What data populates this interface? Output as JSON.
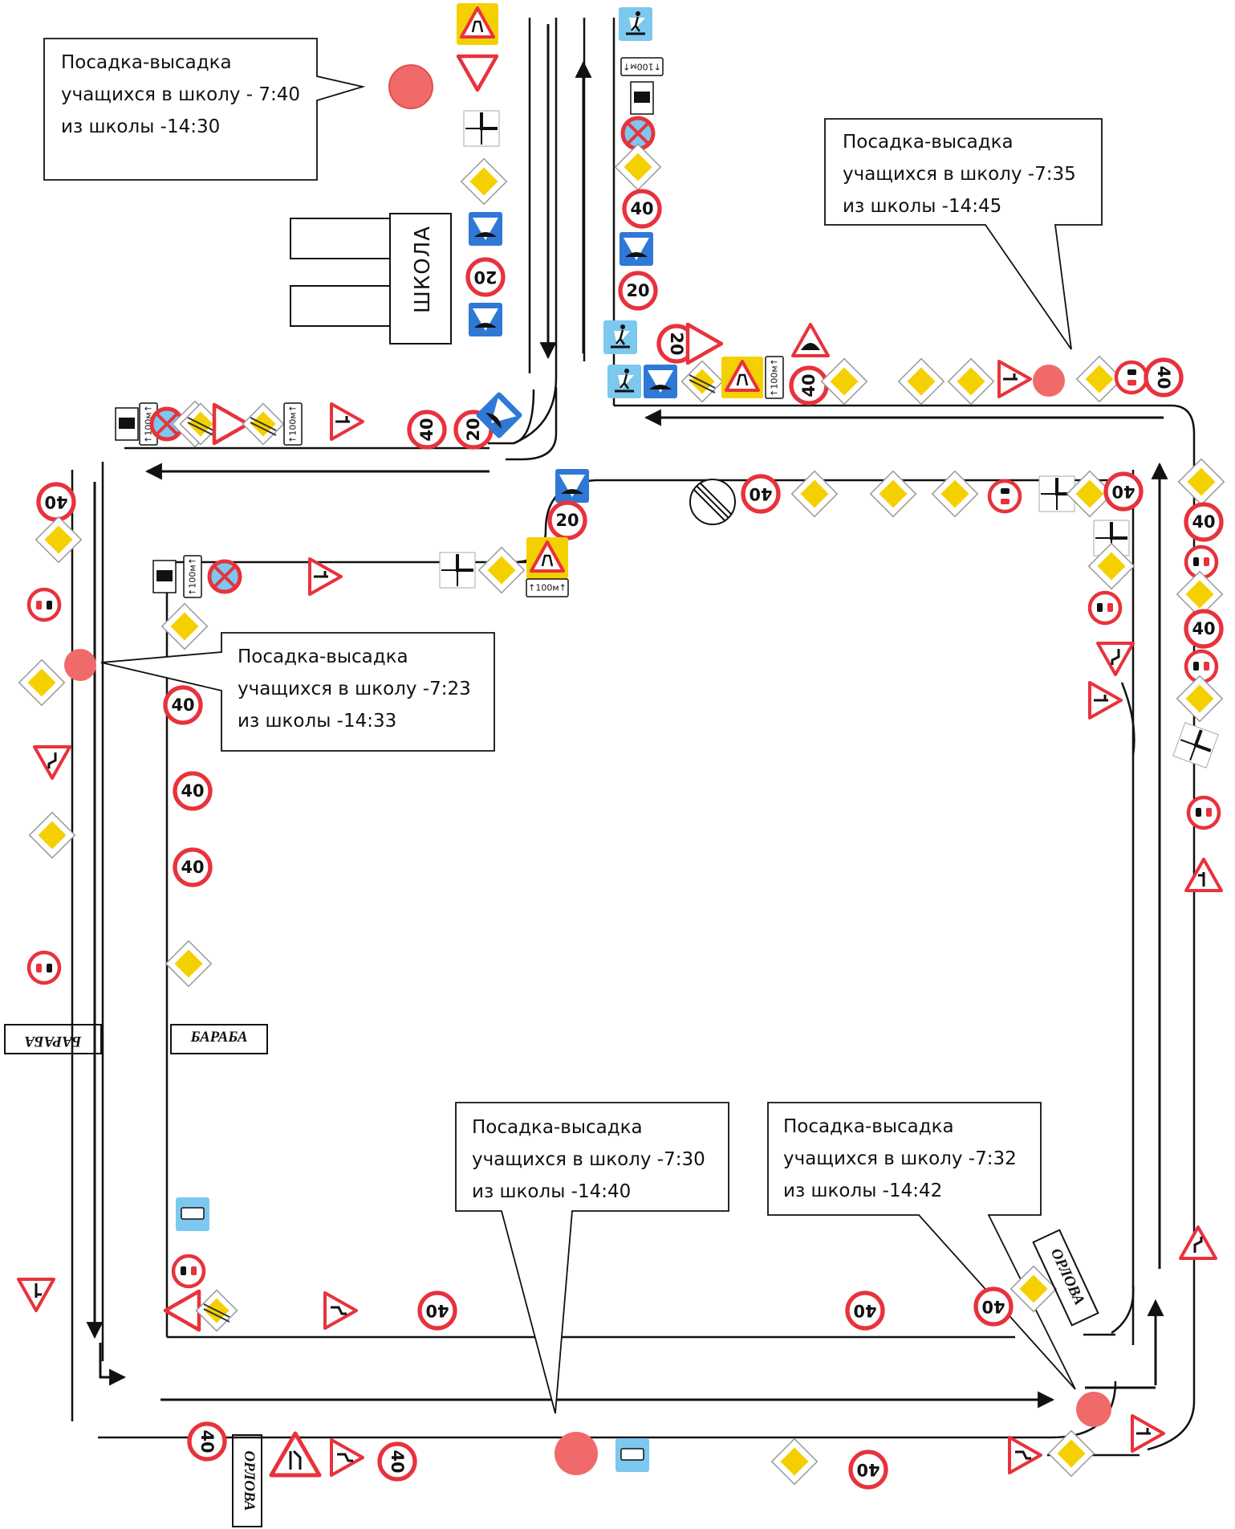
{
  "school": {
    "label": "ШКОЛА"
  },
  "callouts": [
    {
      "lines": [
        "Посадка-высадка",
        "учащихся в школу -   7:40",
        "из школы -14:30"
      ]
    },
    {
      "lines": [
        "Посадка-высадка",
        "учащихся в школу -7:35",
        "из школы -14:45"
      ]
    },
    {
      "lines": [
        "Посадка-высадка",
        "учащихся в школу -7:23",
        "из школы -14:33"
      ]
    },
    {
      "lines": [
        "Посадка-высадка",
        "учащихся в школу -7:30",
        "из школы -14:40"
      ]
    },
    {
      "lines": [
        "Посадка-высадка",
        "учащихся в школу -7:32",
        "из школы -14:42"
      ]
    }
  ],
  "streets": [
    {
      "name": "БАРАБА"
    },
    {
      "name": "БАРАБА"
    },
    {
      "name": "ОРЛОВА"
    },
    {
      "name": "ОРЛОВА"
    }
  ],
  "signs": {
    "speed_40": "40",
    "speed_20": "20",
    "distance_plate": "100м"
  },
  "colors": {
    "stop_marker": "#f06a6a",
    "sign_red": "#e8323c",
    "sign_yellow": "#f5d000",
    "sign_blue": "#2f78d6",
    "sign_lightblue": "#7cc8ef",
    "road_line": "#111111"
  }
}
